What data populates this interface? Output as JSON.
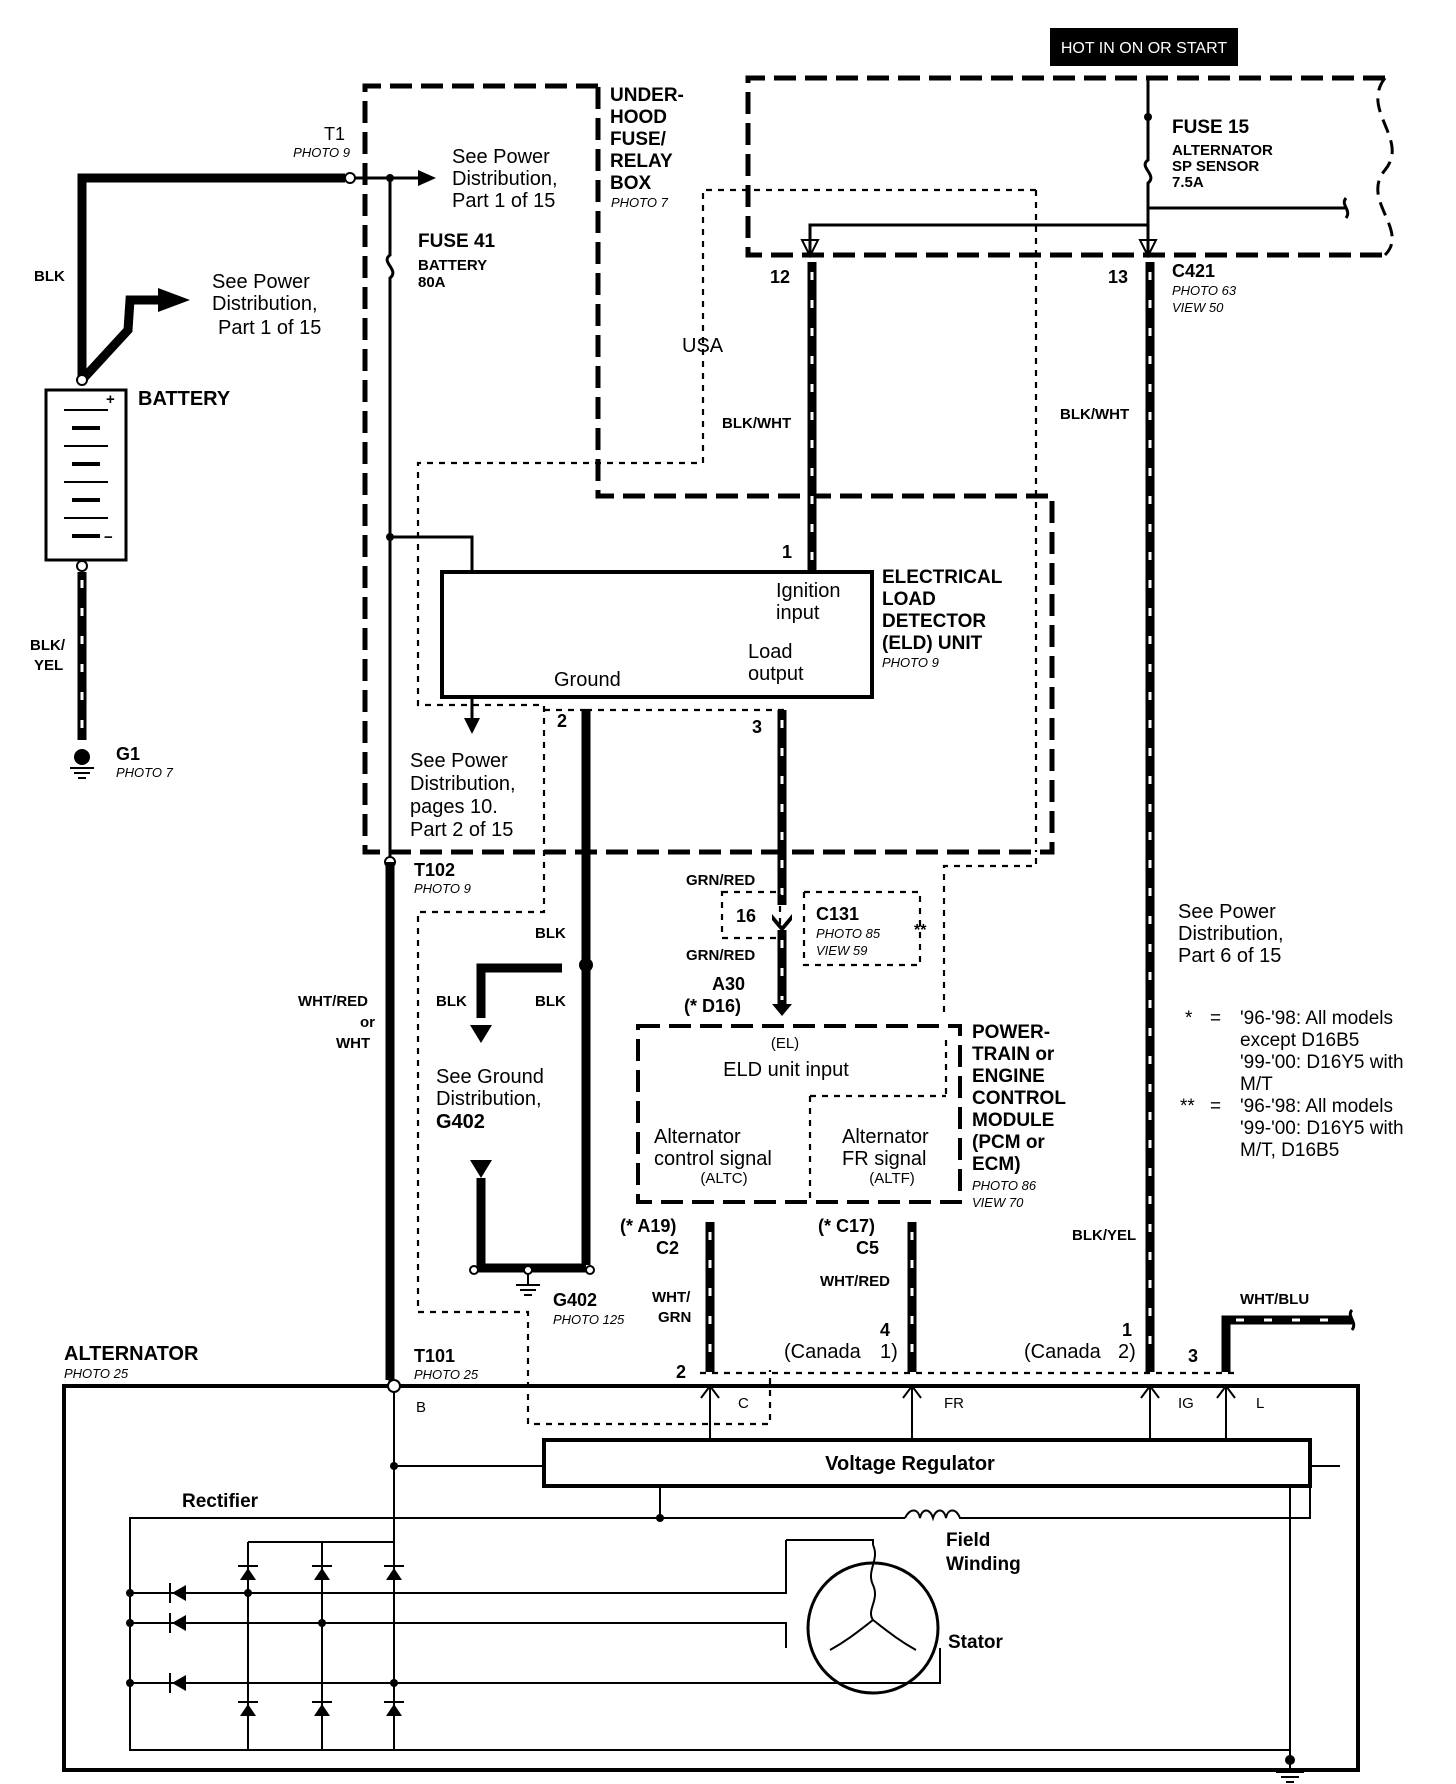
{
  "header": {
    "hot_label": "HOT IN ON OR START"
  },
  "fuse_box": {
    "line1": "UNDER-",
    "line2": "HOOD",
    "line3": "FUSE/",
    "line4": "RELAY",
    "line5": "BOX",
    "photo": "PHOTO 7"
  },
  "t1": {
    "label": "T1",
    "photo": "PHOTO 9"
  },
  "see_power_top": {
    "line1": "See Power",
    "line2": "Distribution,",
    "line3": "Part 1 of 15"
  },
  "see_power_left": {
    "line1": "See Power",
    "line2": "Distribution,",
    "line3": "Part 1 of 15"
  },
  "fuse41": {
    "label": "FUSE 41",
    "line2": "BATTERY",
    "line3": "80A"
  },
  "fuse15": {
    "label": "FUSE 15",
    "line2": "ALTERNATOR",
    "line3": "SP SENSOR",
    "line4": "7.5A"
  },
  "c421": {
    "label": "C421",
    "photo": "PHOTO 63",
    "view": "VIEW 50"
  },
  "pins": {
    "p12": "12",
    "p13": "13",
    "p1": "1",
    "p2": "2",
    "p3": "3",
    "p16": "16",
    "alt2": "2",
    "alt4": "4",
    "alt1": "1",
    "alt3": "3"
  },
  "battery": {
    "label": "BATTERY",
    "plus": "+",
    "minus": "−"
  },
  "g1": {
    "label": "G1",
    "photo": "PHOTO 7"
  },
  "usa": "USA",
  "eld": {
    "line1": "ELECTRICAL",
    "line2": "LOAD",
    "line3": "DETECTOR",
    "line4": "(ELD) UNIT",
    "photo": "PHOTO 9",
    "ignition1": "Ignition",
    "ignition2": "input",
    "load1": "Load",
    "load2": "output",
    "ground": "Ground"
  },
  "see_power_mid": {
    "line1": "See Power",
    "line2": "Distribution,",
    "line3": "pages 10.",
    "line4": "Part 2 of 15"
  },
  "t102": {
    "label": "T102",
    "photo": "PHOTO 9"
  },
  "c131": {
    "label": "C131",
    "photo": "PHOTO 85",
    "view": "VIEW 59",
    "stars": "**"
  },
  "a30": {
    "line1": "A30",
    "line2": "(* D16)"
  },
  "see_ground": {
    "line1": "See Ground",
    "line2": "Distribution,",
    "line3": "G402"
  },
  "g402": {
    "label": "G402",
    "photo": "PHOTO 125"
  },
  "pcm": {
    "line1": "POWER-",
    "line2": "TRAIN or",
    "line3": "ENGINE",
    "line4": "CONTROL",
    "line5": "MODULE",
    "line6": "(PCM or",
    "line7": "ECM)",
    "photo": "PHOTO 86",
    "view": "VIEW 70",
    "el": "(EL)",
    "eld_input": "ELD unit input",
    "altc1": "Alternator",
    "altc2": "control signal",
    "altc3": "(ALTC)",
    "altf1": "Alternator",
    "altf2": "FR signal",
    "altf3": "(ALTF)"
  },
  "a19": {
    "line1": "(* A19)",
    "line2": "C2"
  },
  "c17": {
    "line1": "(* C17)",
    "line2": "C5"
  },
  "see_power_right": {
    "line1": "See Power",
    "line2": "Distribution,",
    "line3": "Part 6 of 15"
  },
  "notes": {
    "n1_mark": "*",
    "n1_eq": "=",
    "n1_l1": "'96-'98: All models",
    "n1_l2": "except D16B5",
    "n1_l3": "'99-'00: D16Y5 with",
    "n1_l4": "M/T",
    "n2_mark": "**",
    "n2_eq": "=",
    "n2_l1": "'96-'98: All models",
    "n2_l2": "'99-'00: D16Y5 with",
    "n2_l3": "M/T, D16B5"
  },
  "wires": {
    "blk_bat": "BLK",
    "blk_yel1": "BLK/",
    "blk_yel2": "YEL",
    "blk_wht_left": "BLK/WHT",
    "blk_wht_right": "BLK/WHT",
    "grn_red_top": "GRN/RED",
    "grn_red_bot": "GRN/RED",
    "blk_a": "BLK",
    "blk_b": "BLK",
    "blk_c": "BLK",
    "wht_red_or1": "WHT/RED",
    "wht_red_or2": "or",
    "wht_red_or3": "WHT",
    "wht_grn1": "WHT/",
    "wht_grn2": "GRN",
    "wht_red": "WHT/RED",
    "blk_yel_right": "BLK/YEL",
    "wht_blu": "WHT/BLU"
  },
  "canada1": {
    "text": "(Canada",
    "pin": "1)"
  },
  "canada2": {
    "text": "(Canada",
    "pin": "2)"
  },
  "alternator": {
    "label": "ALTERNATOR",
    "photo": "PHOTO 25",
    "vr": "Voltage  Regulator",
    "rectifier": "Rectifier",
    "field1": "Field",
    "field2": "Winding",
    "stator": "Stator",
    "term_b": "B",
    "term_c": "C",
    "term_fr": "FR",
    "term_ig": "IG",
    "term_l": "L"
  },
  "t101": {
    "label": "T101",
    "photo": "PHOTO 25"
  }
}
